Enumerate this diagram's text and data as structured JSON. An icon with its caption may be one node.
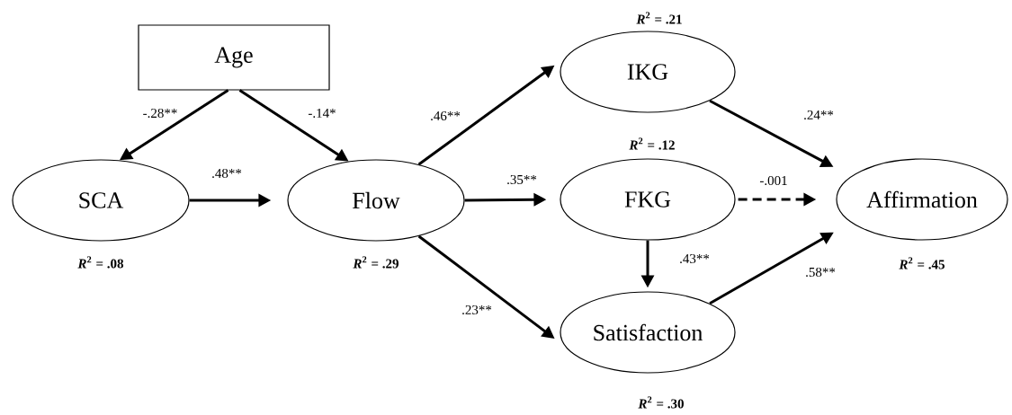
{
  "diagram": {
    "nodes": [
      {
        "text": [
          "Age"
        ]
      },
      {
        "text": [
          "SCA"
        ],
        "beside": [
          "*R*$^{2}$ = .08"
        ]
      },
      {
        "text": [
          "Flow"
        ],
        "beside": [
          "*R*$^{2}$ = .29"
        ]
      },
      {
        "text": [
          "IKG"
        ],
        "beside": [
          "*R*$^{2}$ = .21"
        ]
      },
      {
        "text": [
          "FKG"
        ],
        "beside": [
          "*R*$^{2}$ = .12"
        ]
      },
      {
        "text": [
          "Satisfaction"
        ],
        "beside": [
          "*R*$^{2}$ = .30"
        ]
      },
      {
        "text": [
          "Affirmation"
        ],
        "beside": [
          "*R*$^{2}$ = .45"
        ]
      }
    ],
    "edges": [
      {
        "from": 0,
        "to": 1,
        "arrow": "to",
        "label": "-.28**"
      },
      {
        "from": 0,
        "to": 2,
        "arrow": "to",
        "label": "-.14*"
      },
      {
        "from": 1,
        "to": 2,
        "arrow": "to",
        "label": ".48**"
      },
      {
        "from": 2,
        "to": 3,
        "arrow": "to",
        "label": ".46**"
      },
      {
        "from": 2,
        "to": 4,
        "arrow": "to",
        "label": ".35**"
      },
      {
        "from": 2,
        "to": 5,
        "arrow": "to",
        "label": ".23**"
      },
      {
        "from": 3,
        "to": 6,
        "arrow": "to",
        "label": ".24**"
      },
      {
        "from": 4,
        "to": 6,
        "arrow": "to",
        "label": "-.001",
        "style": "dashed"
      },
      {
        "from": 4,
        "to": 5,
        "arrow": "to",
        "label": ".43**"
      },
      {
        "from": 5,
        "to": 6,
        "arrow": "to",
        "label": ".58**"
      }
    ]
  }
}
